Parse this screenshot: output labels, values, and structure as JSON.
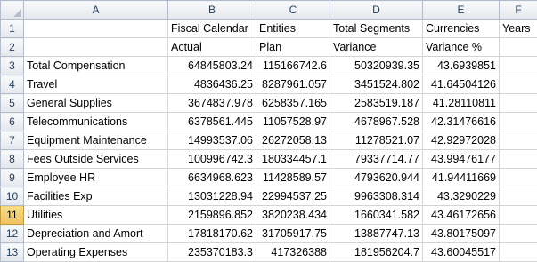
{
  "columns": [
    "A",
    "B",
    "C",
    "D",
    "E",
    "F"
  ],
  "header_row_1": [
    "",
    "Fiscal Calendar",
    "Entities",
    "Total Segments",
    "Currencies",
    "Years"
  ],
  "header_row_2": [
    "",
    "Actual",
    "Plan",
    "Variance",
    "Variance %",
    ""
  ],
  "selected_row": "11",
  "data_rows": [
    {
      "num": "3",
      "label": "Total Compensation",
      "actual": "64845803.24",
      "plan": "115166742.6",
      "variance": "50320939.35",
      "variance_pct": "43.6939851"
    },
    {
      "num": "4",
      "label": "Travel",
      "actual": "4836436.25",
      "plan": "8287961.057",
      "variance": "3451524.802",
      "variance_pct": "41.64504126"
    },
    {
      "num": "5",
      "label": "General Supplies",
      "actual": "3674837.978",
      "plan": "6258357.165",
      "variance": "2583519.187",
      "variance_pct": "41.28110811"
    },
    {
      "num": "6",
      "label": "Telecommunications",
      "actual": "6378561.445",
      "plan": "11057528.97",
      "variance": "4678967.528",
      "variance_pct": "42.31476616"
    },
    {
      "num": "7",
      "label": "Equipment Maintenance",
      "actual": "14993537.06",
      "plan": "26272058.13",
      "variance": "11278521.07",
      "variance_pct": "42.92972028"
    },
    {
      "num": "8",
      "label": "Fees Outside Services",
      "actual": "100996742.3",
      "plan": "180334457.1",
      "variance": "79337714.77",
      "variance_pct": "43.99476177"
    },
    {
      "num": "9",
      "label": "Employee HR",
      "actual": "6634968.623",
      "plan": "11428589.57",
      "variance": "4793620.944",
      "variance_pct": "41.94411669"
    },
    {
      "num": "10",
      "label": "Facilities Exp",
      "actual": "13031228.94",
      "plan": "22994537.25",
      "variance": "9963308.314",
      "variance_pct": "43.3290229"
    },
    {
      "num": "11",
      "label": "Utilities",
      "actual": "2159896.852",
      "plan": "3820238.434",
      "variance": "1660341.582",
      "variance_pct": "43.46172656"
    },
    {
      "num": "12",
      "label": "Depreciation and Amort",
      "actual": "17818170.62",
      "plan": "31705917.75",
      "variance": "13887747.13",
      "variance_pct": "43.80175097"
    },
    {
      "num": "13",
      "label": "Operating Expenses",
      "actual": "235370183.3",
      "plan": "417326388",
      "variance": "181956204.7",
      "variance_pct": "43.60045517"
    }
  ],
  "colors": {
    "selected_row_header": "#f1c15f",
    "grid_line": "#d4d4d4",
    "header_text": "#27415f"
  }
}
